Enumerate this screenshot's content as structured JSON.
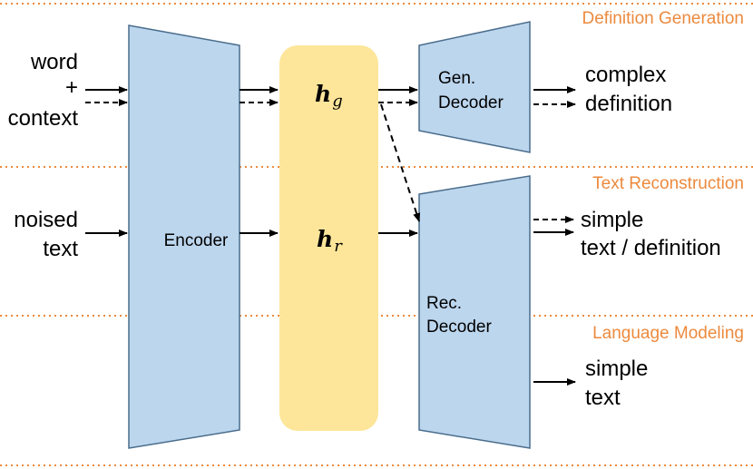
{
  "sections": {
    "definition_generation": "Definition Generation",
    "text_reconstruction": "Text Reconstruction",
    "language_modeling": "Language Modeling"
  },
  "inputs": {
    "word": "word",
    "plus": "+",
    "context": "context",
    "noised": "noised",
    "text": "text"
  },
  "blocks": {
    "encoder": "Encoder",
    "gen_decoder_line1": "Gen.",
    "gen_decoder_line2": "Decoder",
    "rec_decoder_line1": "Rec.",
    "rec_decoder_line2": "Decoder"
  },
  "hidden": {
    "hg_base": "h",
    "hg_sub": "g",
    "hr_base": "h",
    "hr_sub": "r"
  },
  "outputs": {
    "complex": "complex",
    "definition": "definition",
    "simple_def_line1": "simple",
    "simple_def_line2": "text / definition",
    "simple_lm_line1": "simple",
    "simple_lm_line2": "text"
  },
  "colors": {
    "section_text": "#ec8a3e",
    "divider": "#ec8a3e",
    "block_fill": "#bcd6ee",
    "block_stroke": "#4a6d8c",
    "hidden_fill": "#fde69a"
  }
}
